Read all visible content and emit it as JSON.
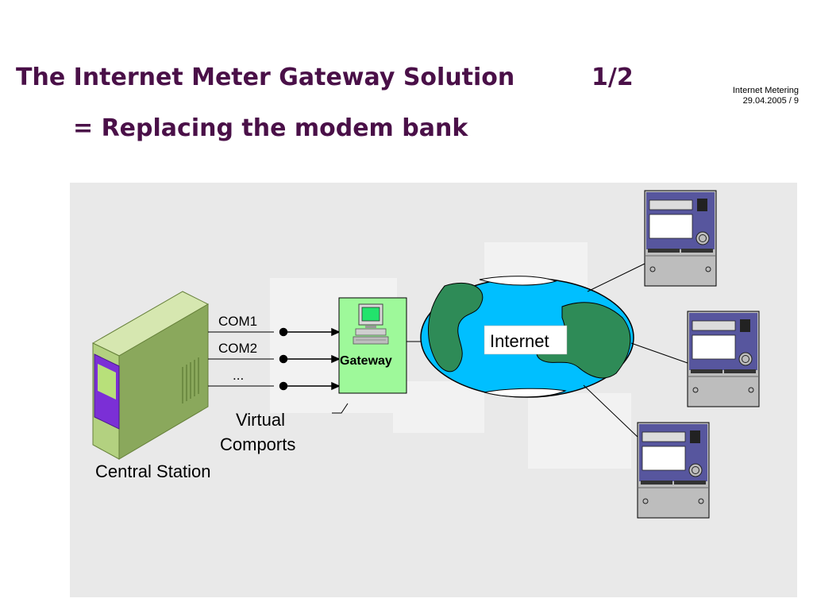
{
  "header": {
    "title": "The Internet Meter Gateway Solution",
    "page": "1/2",
    "subtitle": "= Replacing the modem bank",
    "meta_line1": "Internet Metering",
    "meta_line2": "29.04.2005 / 9"
  },
  "diagram": {
    "ports": [
      "COM1",
      "COM2",
      "..."
    ],
    "gateway_label": "Gateway",
    "internet_label": "Internet",
    "virtual_line1": "Virtual",
    "virtual_line2": "Comports",
    "central_station_label": "Central Station"
  },
  "colors": {
    "title": "#4a1048",
    "panel": "#e9e9e9",
    "ocean": "#00bfff",
    "land": "#2e8b57",
    "gateway_fill": "#9ef99a",
    "meter_body": "#57569e",
    "server_body": "#b3d180",
    "server_screen": "#7b2fd6"
  }
}
